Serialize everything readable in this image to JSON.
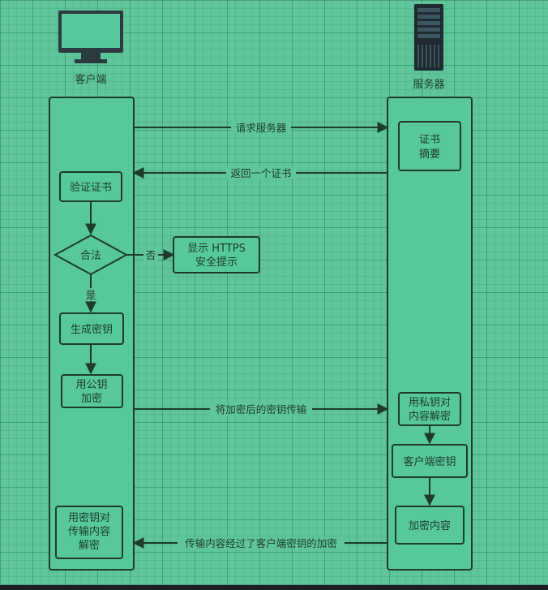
{
  "actors": {
    "client": "客户端",
    "server": "服务器"
  },
  "nodes": {
    "cert_digest": [
      "证书",
      "摘要"
    ],
    "verify_cert": "验证证书",
    "legal": "合法",
    "show_warning": [
      "显示 HTTPS",
      "安全提示"
    ],
    "gen_key": "生成密钥",
    "pubkey_encrypt": [
      "用公钥",
      "加密"
    ],
    "privkey_decrypt": [
      "用私钥对",
      "内容解密"
    ],
    "client_key": "客户端密钥",
    "encrypt_content": "加密内容",
    "decrypt_content": [
      "用密钥对",
      "传输内容",
      "解密"
    ]
  },
  "edges": {
    "request_server": "请求服务器",
    "return_cert": "返回一个证书",
    "no": "否",
    "yes": "是",
    "send_key": "将加密后的密钥传输",
    "send_content": "传输内容经过了客户端密钥的加密"
  },
  "colors": {
    "box_fill": "#56c89a",
    "stroke": "#1f3b2d"
  }
}
